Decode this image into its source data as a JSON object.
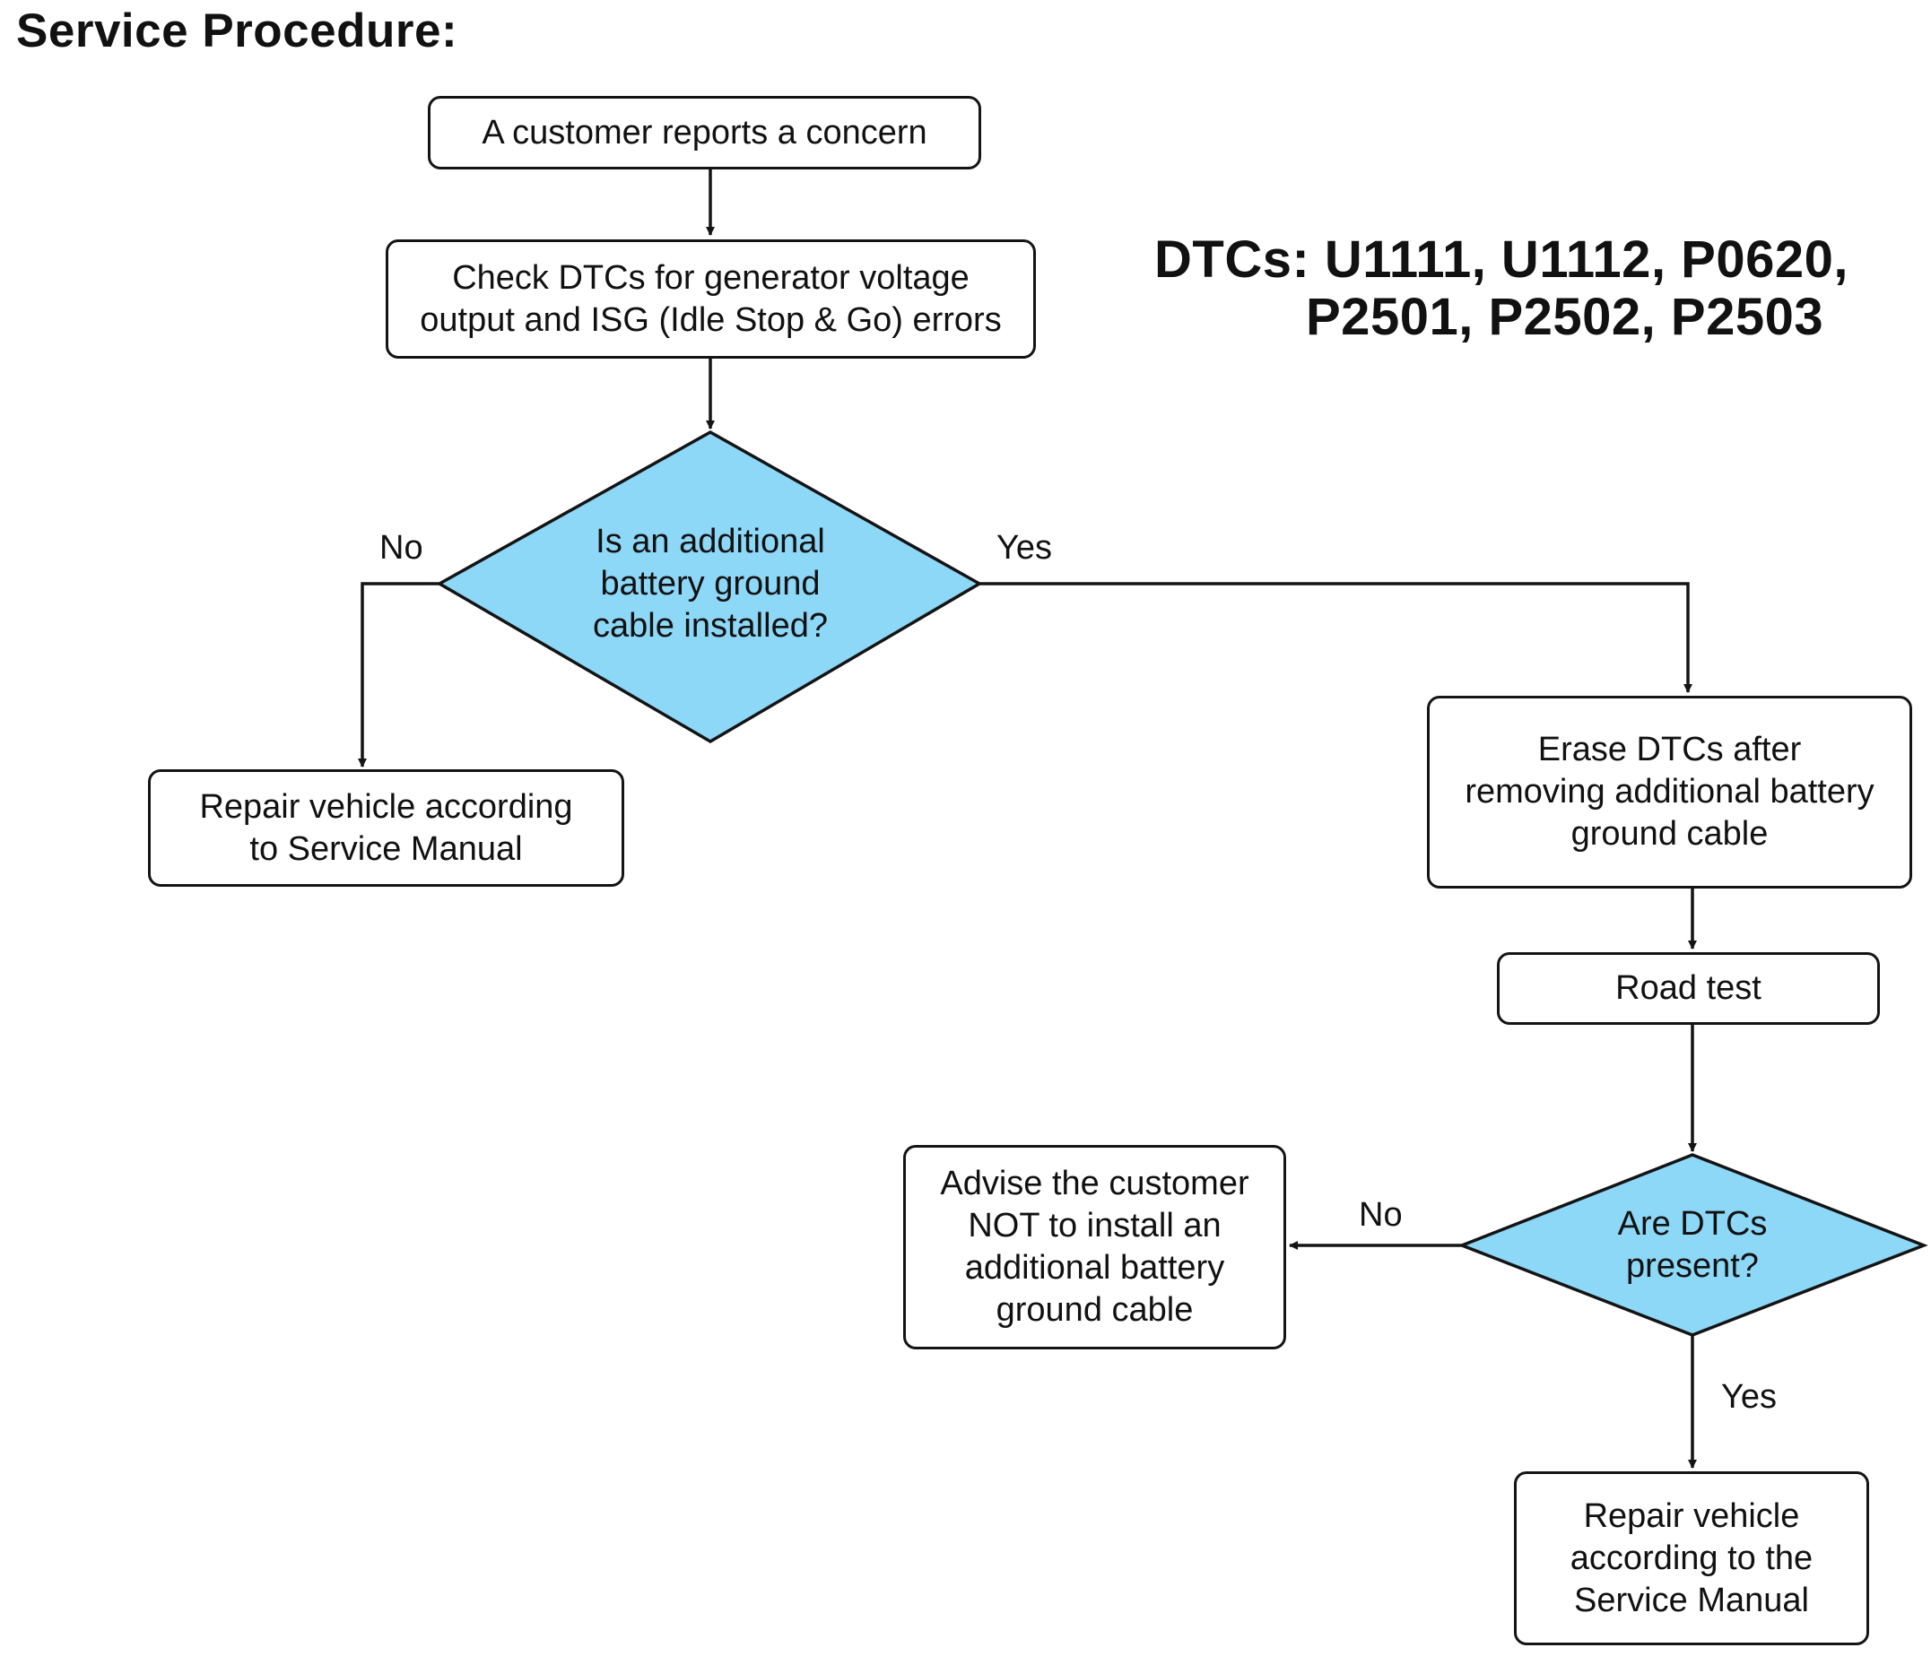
{
  "title": "Service Procedure:",
  "dtc": {
    "line1": "DTCs: U1111, U1112, P0620,",
    "line2": "P2501, P2502, P2503"
  },
  "nodes": {
    "start": "A customer reports a concern",
    "check_dtcs": "Check DTCs for generator voltage\noutput and ISG (Idle Stop & Go) errors",
    "decision_cable": "Is an additional\nbattery ground\ncable installed?",
    "repair_left": "Repair vehicle according\nto Service Manual",
    "erase_dtcs": "Erase DTCs after\nremoving additional battery\nground cable",
    "road_test": "Road test",
    "decision_dtcs": "Are DTCs\npresent?",
    "advise": "Advise the customer\nNOT to install an\nadditional battery\nground cable",
    "repair_right": "Repair vehicle\naccording to the\nService Manual"
  },
  "edge_labels": {
    "cable_no": "No",
    "cable_yes": "Yes",
    "dtcs_no": "No",
    "dtcs_yes": "Yes"
  },
  "colors": {
    "decision_fill": "#8dd7f7",
    "stroke": "#141414"
  }
}
